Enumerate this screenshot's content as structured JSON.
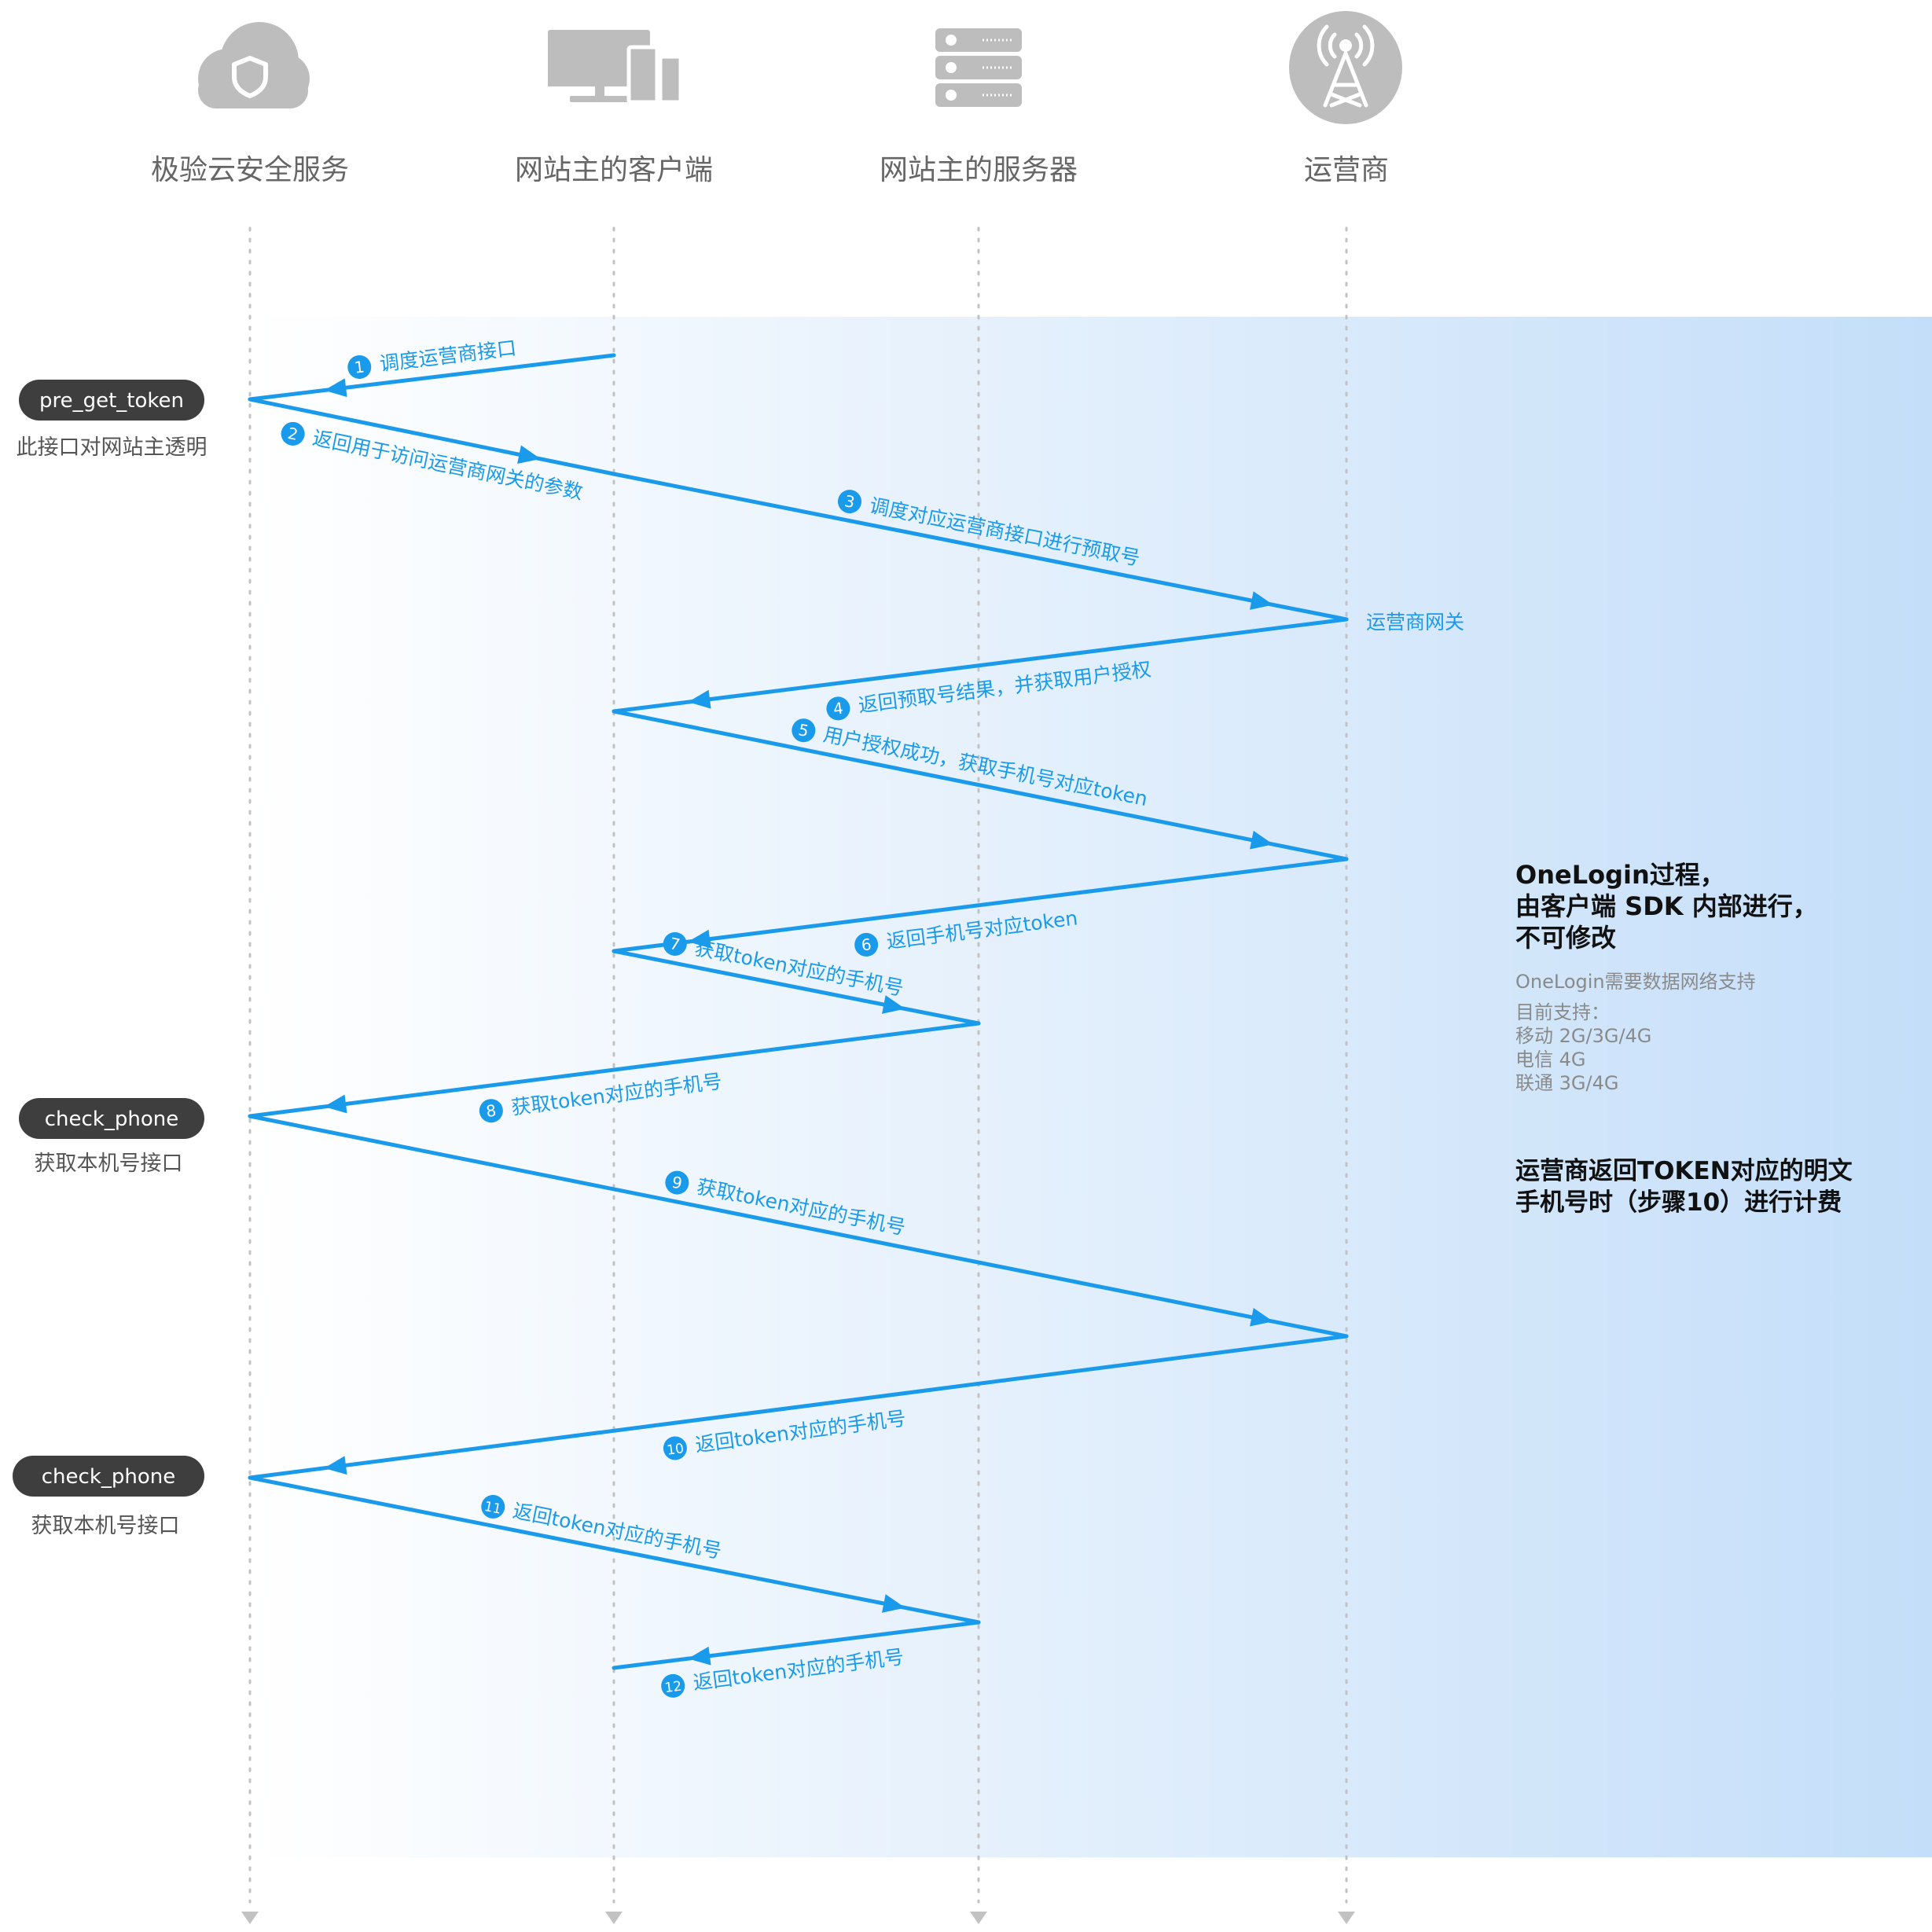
{
  "actors": [
    {
      "id": "geetest",
      "label": "极验云安全服务",
      "icon": "cloud-shield-icon"
    },
    {
      "id": "client",
      "label": "网站主的客户端",
      "icon": "devices-icon"
    },
    {
      "id": "server",
      "label": "网站主的服务器",
      "icon": "server-rack-icon"
    },
    {
      "id": "operator",
      "label": "运营商",
      "icon": "signal-tower-icon"
    }
  ],
  "api_labels": [
    {
      "name": "pre_get_token",
      "desc": "此接口对网站主透明"
    },
    {
      "name": "check_phone",
      "desc": "获取本机号接口"
    },
    {
      "name": "check_phone",
      "desc": "获取本机号接口"
    }
  ],
  "steps": [
    {
      "num": "1",
      "text": "调度运营商接口",
      "from": "client",
      "to": "geetest"
    },
    {
      "num": "2",
      "text": "返回用于访问运营商网关的参数",
      "from": "geetest",
      "to": "client"
    },
    {
      "num": "3",
      "text": "调度对应运营商接口进行预取号",
      "from": "client",
      "to": "operator"
    },
    {
      "num": "4",
      "text": "返回预取号结果，并获取用户授权",
      "from": "operator",
      "to": "client"
    },
    {
      "num": "5",
      "text": "用户授权成功，获取手机号对应token",
      "from": "client",
      "to": "operator"
    },
    {
      "num": "6",
      "text": "返回手机号对应token",
      "from": "operator",
      "to": "client"
    },
    {
      "num": "7",
      "text": "获取token对应的手机号",
      "from": "client",
      "to": "server"
    },
    {
      "num": "8",
      "text": "获取token对应的手机号",
      "from": "server",
      "to": "geetest"
    },
    {
      "num": "9",
      "text": "获取token对应的手机号",
      "from": "geetest",
      "to": "operator"
    },
    {
      "num": "10",
      "text": "返回token对应的手机号",
      "from": "operator",
      "to": "geetest"
    },
    {
      "num": "11",
      "text": "返回token对应的手机号",
      "from": "geetest",
      "to": "server"
    },
    {
      "num": "12",
      "text": "返回token对应的手机号",
      "from": "server",
      "to": "client"
    }
  ],
  "gateway_label": "运营商网关",
  "notes": {
    "title_lines": [
      "OneLogin过程，",
      "由客户端 SDK 内部进行，",
      "不可修改"
    ],
    "network_lines": [
      "OneLogin需要数据网络支持",
      "目前支持：",
      "移动 2G/3G/4G",
      "电信 4G",
      "联通 3G/4G"
    ],
    "billing_lines": [
      "运营商返回TOKEN对应的明文",
      "手机号时（步骤10）进行计费"
    ]
  },
  "colors": {
    "arrow": "#1a9aeb",
    "icon": "#bdbdbd",
    "actor_text": "#666666",
    "pill_bg": "#3e3e3e",
    "pill_text": "#ffffff",
    "gradient_start": "#ffffff",
    "gradient_end": "#c4def9"
  }
}
